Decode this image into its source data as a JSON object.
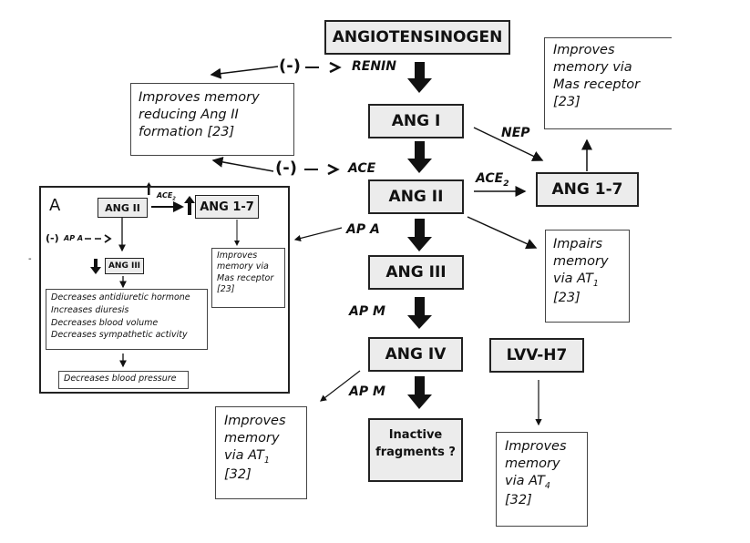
{
  "main_pathway": {
    "angiotensinogen": "ANGIOTENSINOGEN",
    "ang1": "ANG I",
    "ang2": "ANG II",
    "ang3": "ANG III",
    "ang4": "ANG IV",
    "ang17": "ANG 1-7",
    "lvvh7": "LVV-H7",
    "inactive_line1": "Inactive",
    "inactive_line2": "fragments ?"
  },
  "enzymes": {
    "renin": "RENIN",
    "ace": "ACE",
    "nep": "NEP",
    "ace2": "ACE",
    "ace2_sub": "2",
    "apa": "AP A",
    "apm1": "AP M",
    "apm2": "AP M",
    "inhibit_renin": "(-)",
    "inhibit_ace": "(-)"
  },
  "effects": {
    "reduce_ang2": [
      "Improves memory",
      "reducing Ang II",
      "formation [23]"
    ],
    "mas_top": [
      "Improves",
      "memory via",
      "Mas receptor",
      "[23]"
    ],
    "impairs_at1": {
      "l1": "Impairs",
      "l2": "memory",
      "l3": "via AT",
      "sub": "1",
      "l4": "[23]"
    },
    "improves_at1": {
      "l1": "Improves",
      "l2": "memory",
      "l3": "via AT",
      "sub": "1",
      "l4": "[32]"
    },
    "improves_at4": {
      "l1": "Improves",
      "l2": "memory",
      "l3": "via AT",
      "sub": "4",
      "l4": "[32]"
    }
  },
  "inset": {
    "label": "A",
    "ang2": "ANG II",
    "ang17": "ANG 1-7",
    "ang3": "ANG III",
    "ace2": "ACE",
    "ace2_sub": "2",
    "inhibit": "(-)",
    "apa": "AP A",
    "mas": [
      "Improves",
      "memory via",
      "Mas receptor",
      "[23]"
    ],
    "effects": [
      "Decreases antidiuretic hormone",
      "Increases diuresis",
      "Decreases blood volume",
      "Decreases sympathetic activity"
    ],
    "bp": "Decreases blood pressure"
  },
  "stray_mark": "-"
}
